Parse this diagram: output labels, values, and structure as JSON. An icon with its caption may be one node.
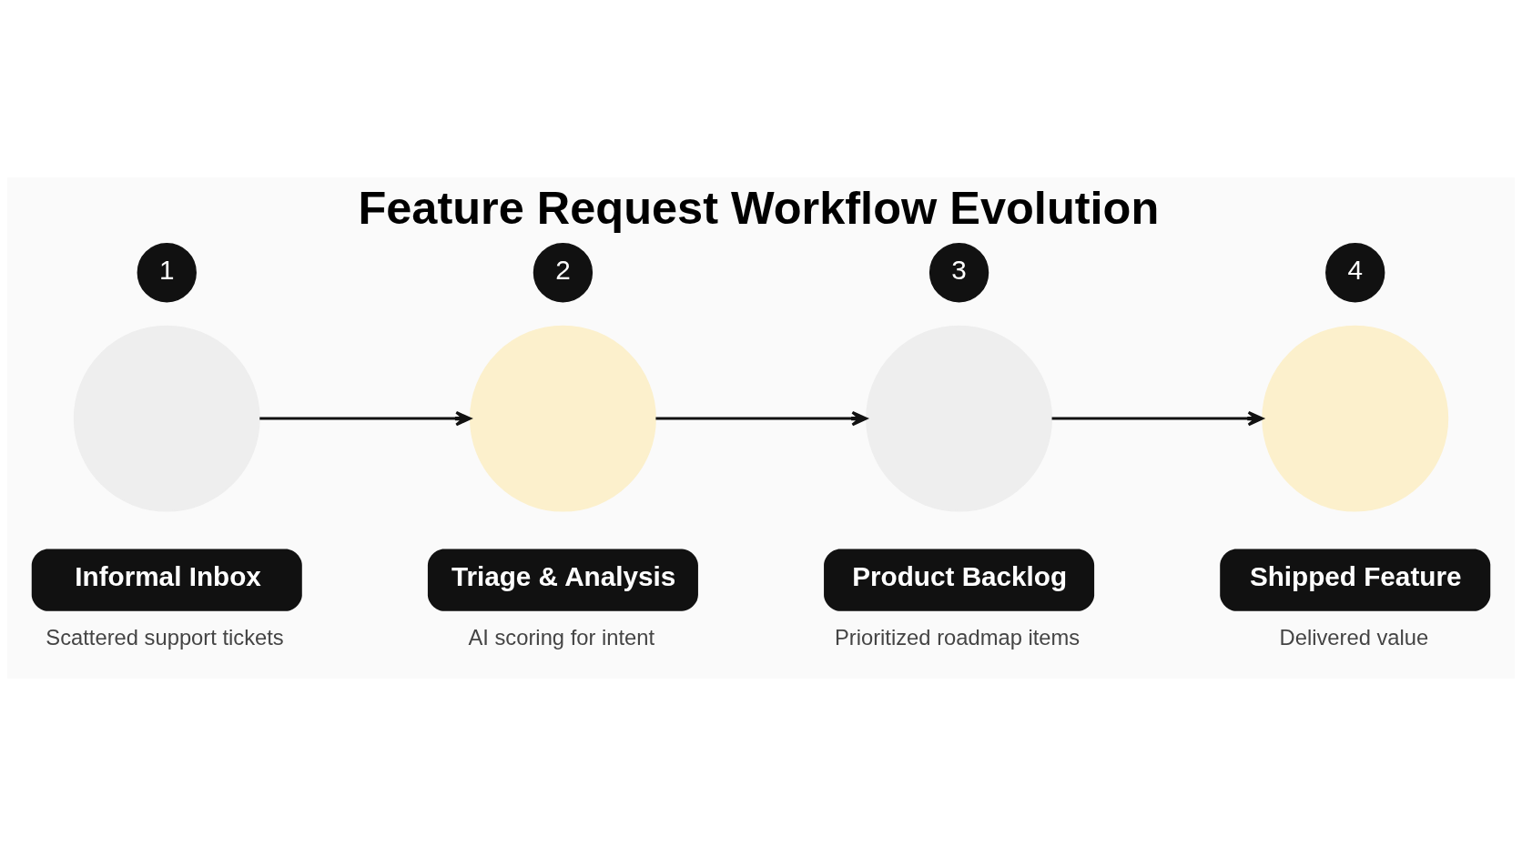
{
  "diagram": {
    "title": "Feature Request Workflow Evolution",
    "nodes": [
      {
        "text": [
          "1"
        ]
      },
      {
        "text": [],
        "shape": "circle"
      },
      {
        "text": [
          "Informal Inbox"
        ],
        "beside": [
          "Scattered support tickets"
        ]
      },
      {
        "text": [
          "2"
        ]
      },
      {
        "text": [],
        "shape": "circle"
      },
      {
        "text": [
          "Triage & Analysis"
        ],
        "beside": [
          "AI scoring for intent"
        ]
      },
      {
        "text": [
          "3"
        ]
      },
      {
        "text": [],
        "shape": "circle"
      },
      {
        "text": [
          "Product Backlog"
        ],
        "beside": [
          "Prioritized roadmap items"
        ]
      },
      {
        "text": [
          "4"
        ]
      },
      {
        "text": [],
        "shape": "circle"
      },
      {
        "text": [
          "Shipped Feature"
        ],
        "beside": [
          "Delivered value"
        ]
      }
    ],
    "edges": [
      {
        "from": 1,
        "to": 4,
        "arrow": "to"
      },
      {
        "from": 4,
        "to": 7,
        "arrow": "to"
      },
      {
        "from": 7,
        "to": 10,
        "arrow": "to"
      }
    ]
  }
}
